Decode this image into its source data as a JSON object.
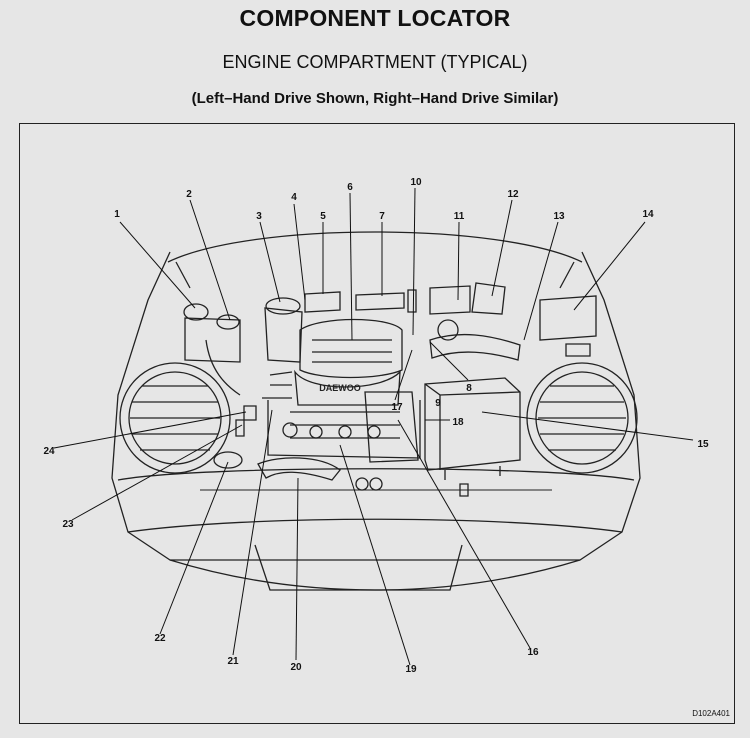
{
  "title": "COMPONENT LOCATOR",
  "subtitle": "ENGINE COMPARTMENT (TYPICAL)",
  "caption": "(Left–Hand Drive Shown, Right–Hand Drive Similar)",
  "figure_code": "D102A401",
  "brand_plate": "DAEWOO",
  "callouts": [
    {
      "n": "1"
    },
    {
      "n": "2"
    },
    {
      "n": "3"
    },
    {
      "n": "4"
    },
    {
      "n": "5"
    },
    {
      "n": "6"
    },
    {
      "n": "7"
    },
    {
      "n": "8"
    },
    {
      "n": "9"
    },
    {
      "n": "10"
    },
    {
      "n": "11"
    },
    {
      "n": "12"
    },
    {
      "n": "13"
    },
    {
      "n": "14"
    },
    {
      "n": "15"
    },
    {
      "n": "16"
    },
    {
      "n": "17"
    },
    {
      "n": "18"
    },
    {
      "n": "19"
    },
    {
      "n": "20"
    },
    {
      "n": "21"
    },
    {
      "n": "22"
    },
    {
      "n": "23"
    },
    {
      "n": "24"
    }
  ],
  "colors": {
    "background": "#e6e6e6",
    "ink": "#111111"
  }
}
